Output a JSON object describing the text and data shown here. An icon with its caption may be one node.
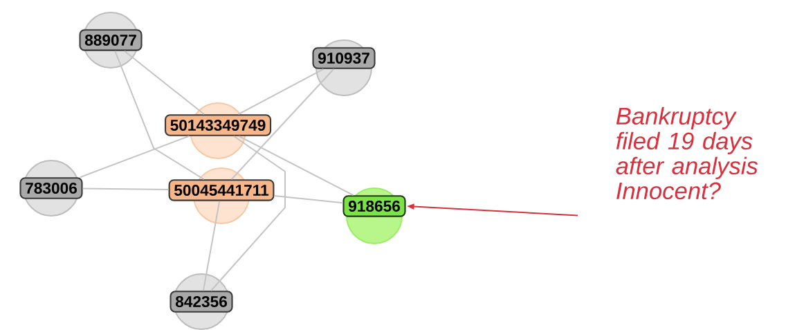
{
  "diagram": {
    "nodes": [
      {
        "text": [
          "889077"
        ]
      },
      {
        "text": [
          "910937"
        ]
      },
      {
        "text": [
          "50143349749"
        ]
      },
      {
        "text": [
          "783006"
        ]
      },
      {
        "text": [
          "50045441711"
        ]
      },
      {
        "text": [
          "918656"
        ]
      },
      {
        "text": [
          "842356"
        ]
      },
      {
        "text": [
          "Bankruptcy filed 19 days after analysis",
          "Innocent?"
        ]
      }
    ],
    "edges": [
      {
        "from": 0,
        "to": 2,
        "arrow": "none"
      },
      {
        "from": 0,
        "to": 4,
        "arrow": "none"
      },
      {
        "from": 1,
        "to": 2,
        "arrow": "none"
      },
      {
        "from": 1,
        "to": 4,
        "arrow": "none"
      },
      {
        "from": 3,
        "to": 2,
        "arrow": "none"
      },
      {
        "from": 3,
        "to": 4,
        "arrow": "none"
      },
      {
        "from": 2,
        "to": 5,
        "arrow": "none"
      },
      {
        "from": 4,
        "to": 5,
        "arrow": "none"
      },
      {
        "from": 6,
        "to": 2,
        "arrow": "none"
      },
      {
        "from": 6,
        "to": 4,
        "arrow": "none"
      },
      {
        "from": 7,
        "to": 5,
        "arrow": "to",
        "color": "#d8303c"
      }
    ]
  }
}
